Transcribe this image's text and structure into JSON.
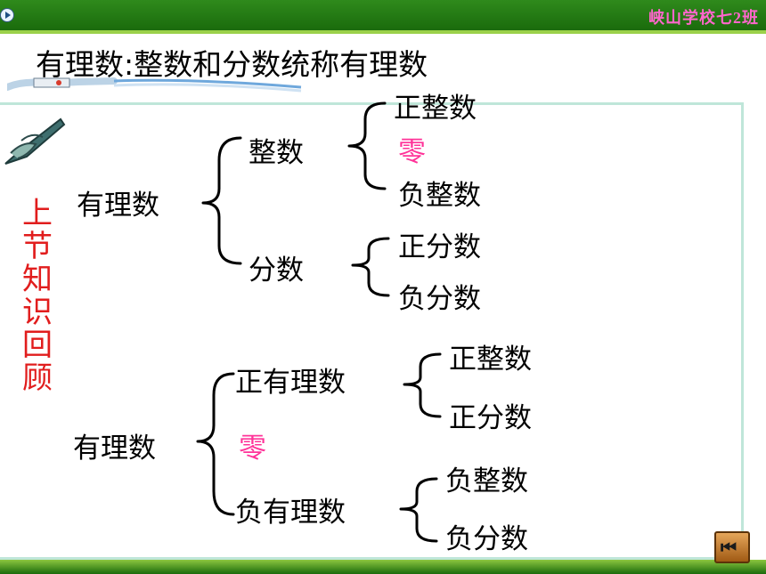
{
  "header": {
    "school": "峡山学校七2班"
  },
  "title": "有理数:整数和分数统称有理数",
  "side_label": [
    "上",
    "节",
    "知",
    "识",
    "回",
    "顾"
  ],
  "tree1": {
    "root": "有理数",
    "integer": "整数",
    "pos_int": "正整数",
    "zero": "零",
    "neg_int": "负整数",
    "fraction": "分数",
    "pos_frac": "正分数",
    "neg_frac": "负分数"
  },
  "tree2": {
    "root": "有理数",
    "pos_rat": "正有理数",
    "pos_int": "正整数",
    "pos_frac": "正分数",
    "zero": "零",
    "neg_rat": "负有理数",
    "neg_int": "负整数",
    "neg_frac": "负分数"
  },
  "colors": {
    "accent_green": "#1a6b0c",
    "side_label": "#e11d1d",
    "zero": "#ff3399"
  },
  "icons": {
    "pen": "pen-icon",
    "play": "play-icon",
    "back": "skip-back-icon"
  }
}
